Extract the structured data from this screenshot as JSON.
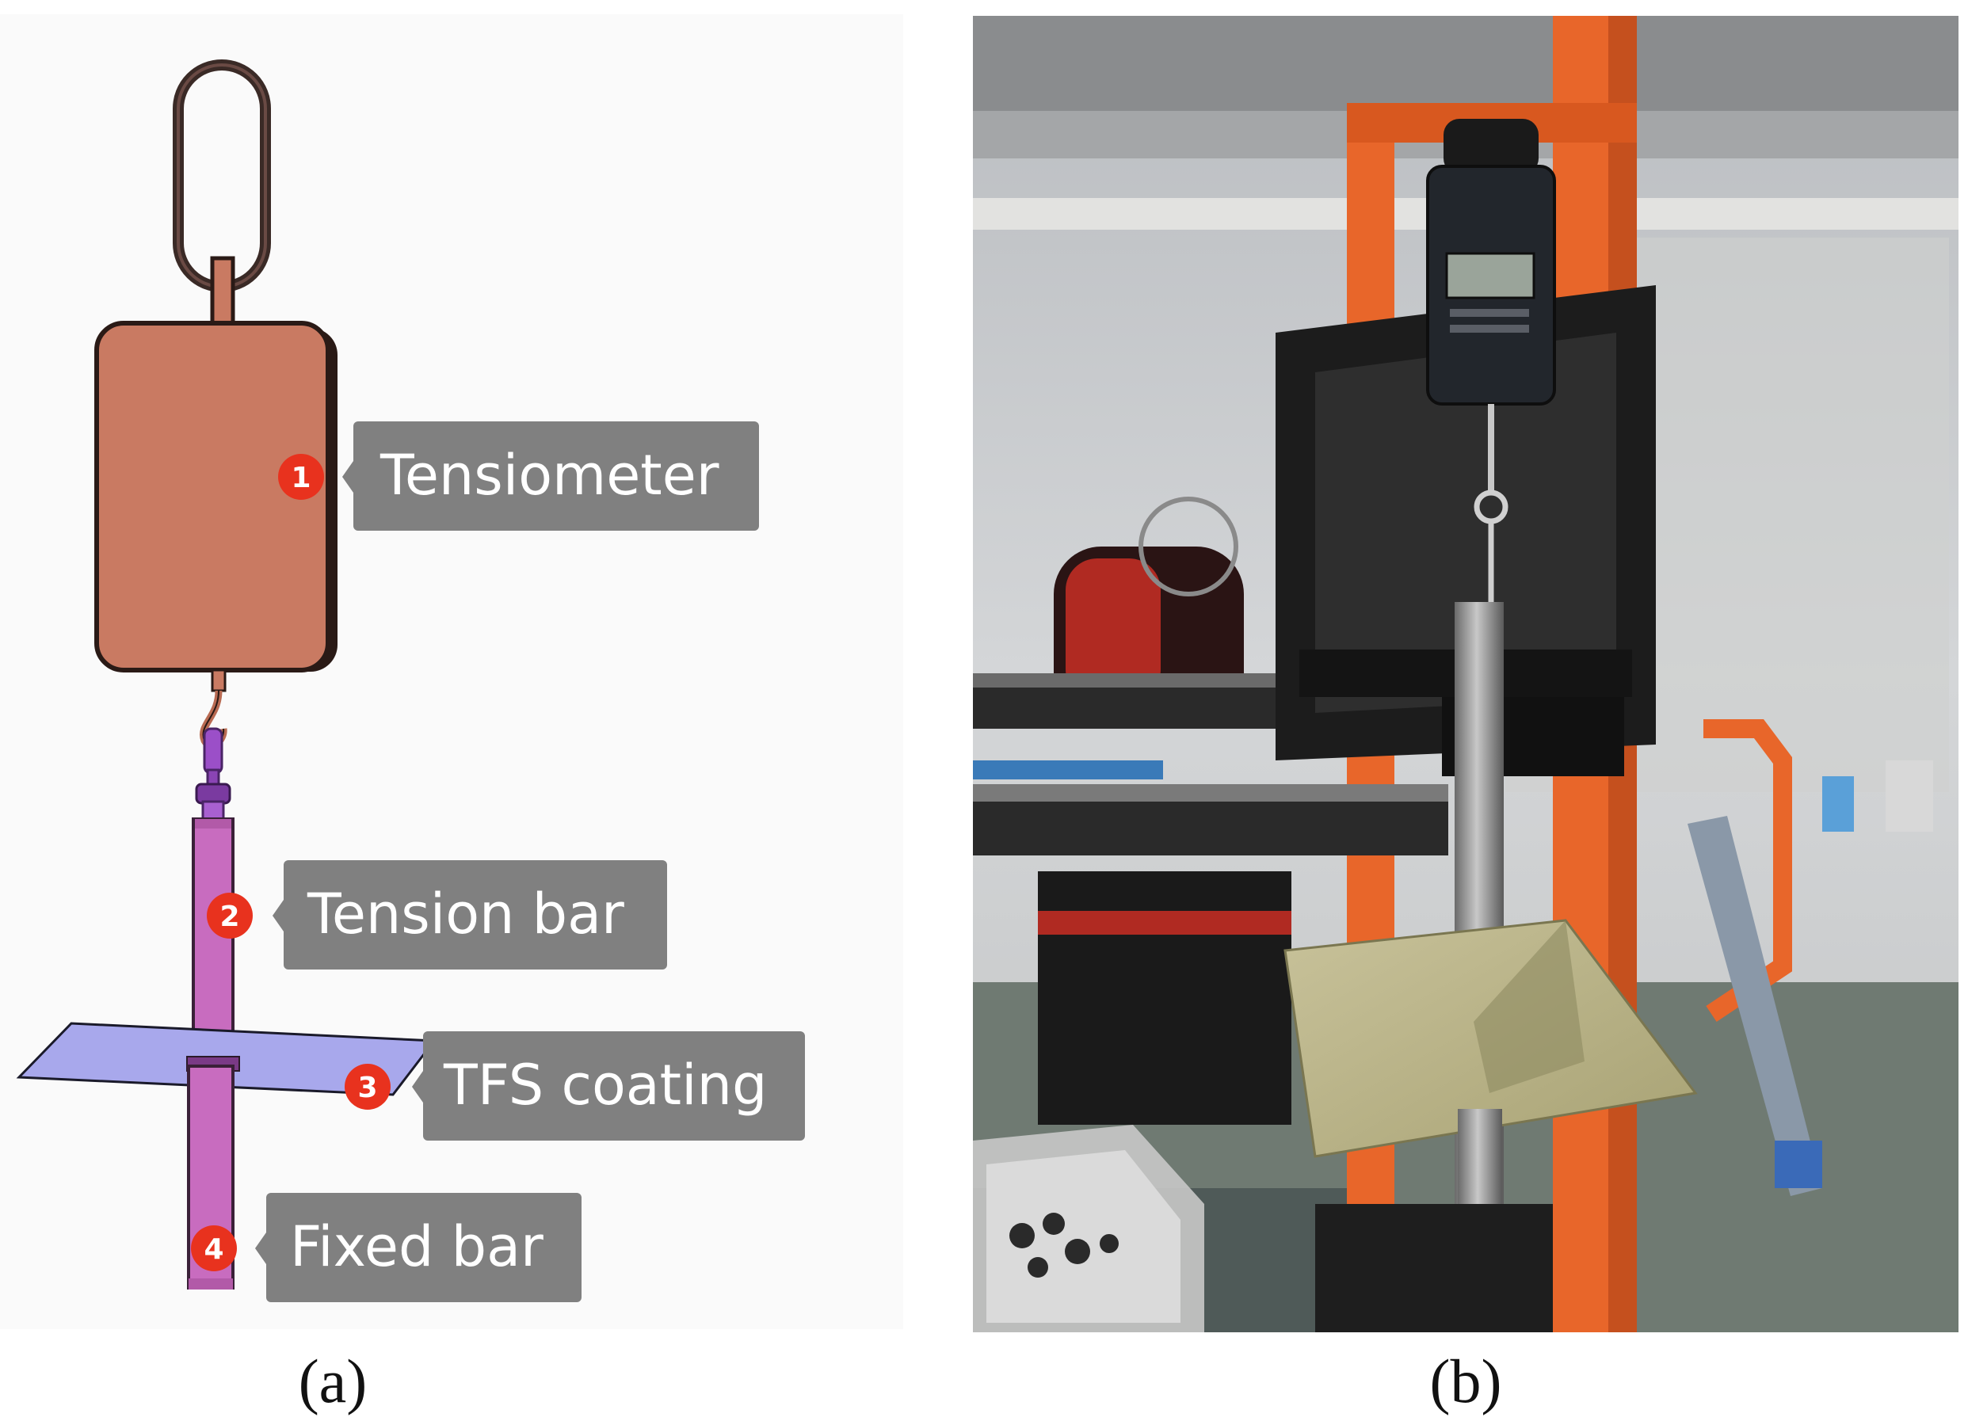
{
  "figure": {
    "colors": {
      "tensiometer_body": "#c97a62",
      "tension_bar": "#c86cbf",
      "coating": "#a8a8ec",
      "label_box": "#808080",
      "marker": "#e8321e",
      "frame_orange": "#e8662a",
      "frame_black": "#1c1c1c"
    },
    "panel_a": {
      "label": "(a)",
      "callouts": [
        {
          "number": "1",
          "text": "Tensiometer"
        },
        {
          "number": "2",
          "text": "Tension bar"
        },
        {
          "number": "3",
          "text": "TFS coating"
        },
        {
          "number": "4",
          "text": "Fixed bar"
        }
      ]
    },
    "panel_b": {
      "label": "(b)"
    }
  }
}
